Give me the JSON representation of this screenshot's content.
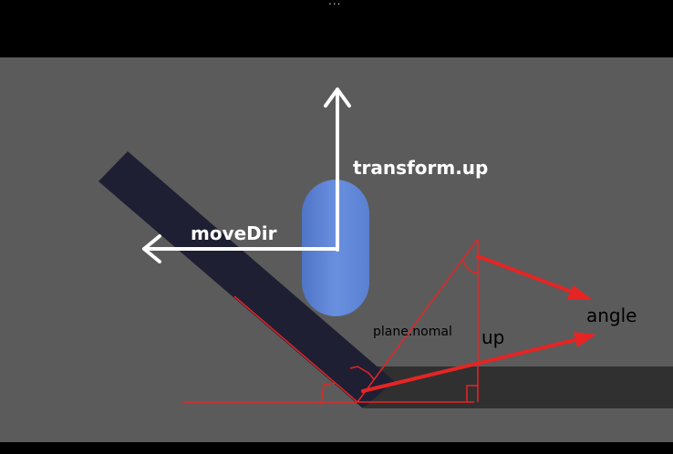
{
  "top_indicator": "...",
  "labels": {
    "transform_up": "transform.up",
    "move_dir": "moveDir",
    "plane_normal": "plane.nomal",
    "up": "up",
    "angle": "angle"
  },
  "colors": {
    "background": "#5b5b5b",
    "letterbox": "#000000",
    "ramp": "#1f1f33",
    "floor": "#303030",
    "capsule": "#5b82d6",
    "white_arrow": "#ffffff",
    "red_construction": "#e62424"
  }
}
